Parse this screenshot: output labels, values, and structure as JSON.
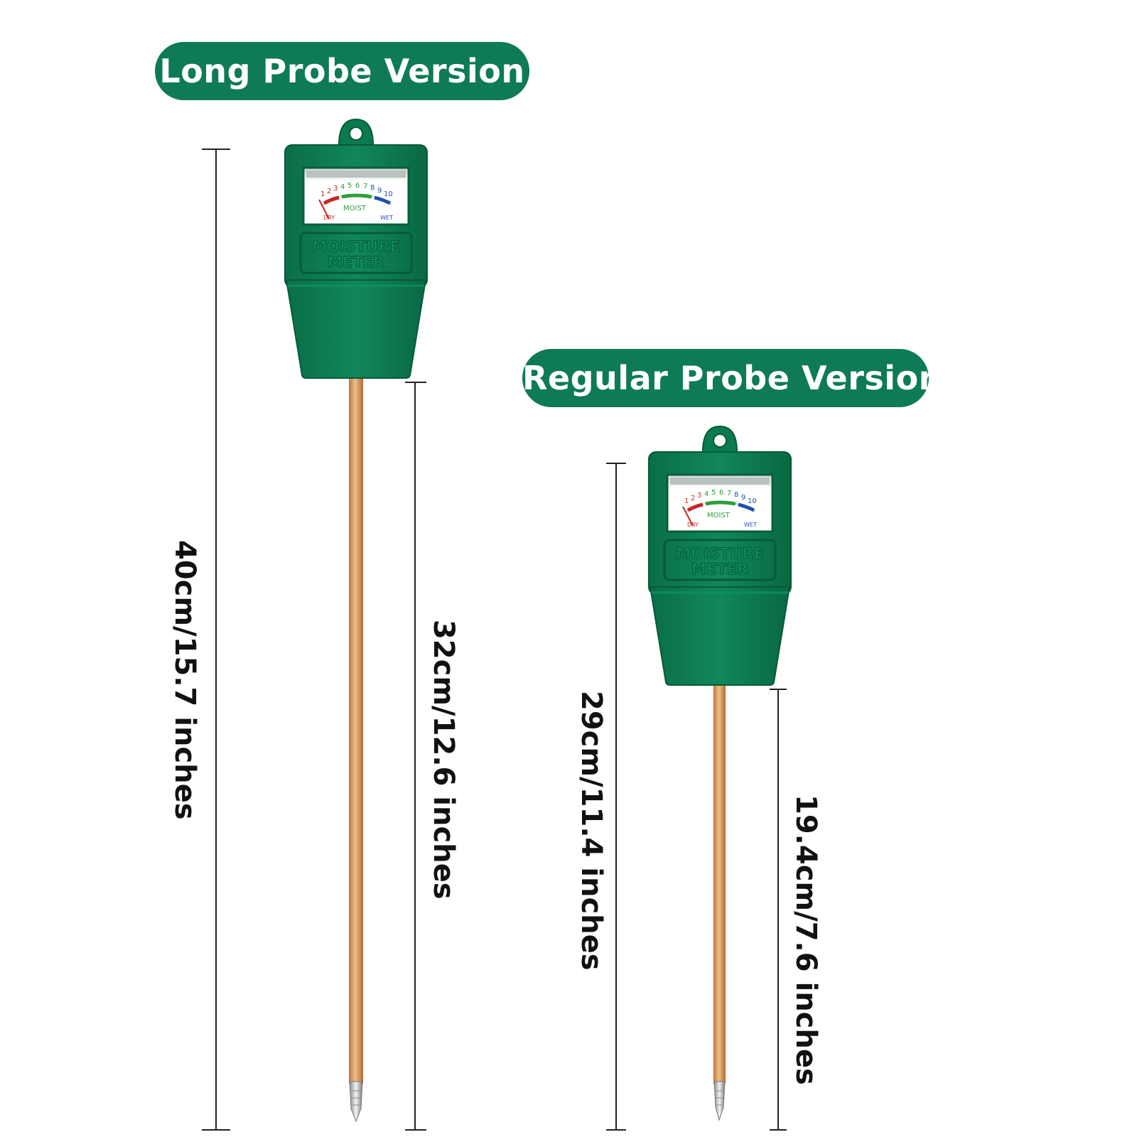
{
  "labels": {
    "long_version": "Long Probe Version",
    "regular_version": "Regular Probe Version"
  },
  "dimensions": {
    "long_total": "40cm/15.7 inches",
    "long_probe": "32cm/12.6 inches",
    "regular_total": "29cm/11.4 inches",
    "regular_probe": "19.4cm/7.6 inches"
  },
  "meter": {
    "brand_line1": "MOISTURE",
    "brand_line2": "METER",
    "scale_numbers": [
      "1",
      "2",
      "3",
      "4",
      "5",
      "6",
      "7",
      "8",
      "9",
      "10"
    ],
    "zone_dry": "DRY",
    "zone_moist": "MOIST",
    "zone_wet": "WET"
  },
  "colors": {
    "body_green": "#0b7a4f",
    "pill_green": "#0e7a57",
    "probe_copper": "#d9a066",
    "dry_red": "#c62828",
    "moist_green": "#2e9e3a",
    "wet_blue": "#1f4fb0"
  }
}
